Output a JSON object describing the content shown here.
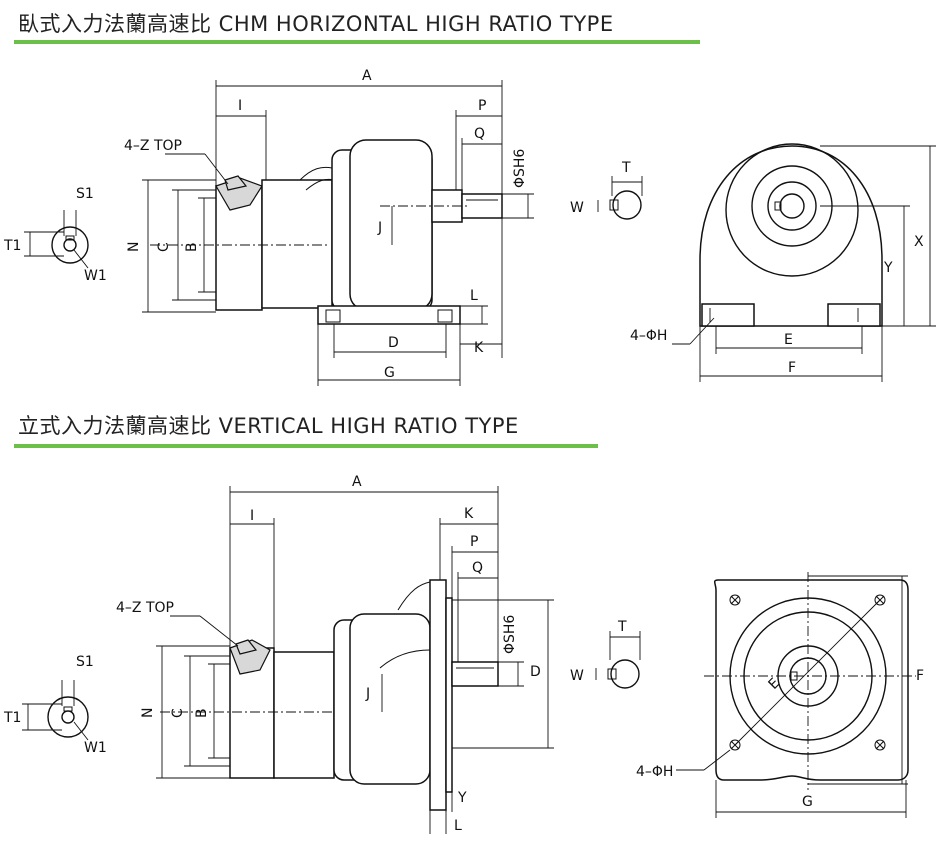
{
  "titles": {
    "horizontal": "臥式入力法蘭高速比 CHM HORIZONTAL HIGH RATIO TYPE",
    "vertical": "立式入力法蘭高速比 VERTICAL HIGH RATIO TYPE"
  },
  "colors": {
    "accent_bar": "#6cc04a",
    "line": "#111111"
  },
  "horizontal_labels": {
    "A": "A",
    "I": "I",
    "P": "P",
    "Q": "Q",
    "SH6": "ΦSH6",
    "Z_TOP": "4–Z TOP",
    "N": "N",
    "C": "C",
    "B": "B",
    "J": "J",
    "L": "L",
    "K": "K",
    "D": "D",
    "G": "G",
    "S1": "S1",
    "T1": "T1",
    "W1": "W1",
    "T": "T",
    "W": "W",
    "X": "X",
    "Y": "Y",
    "E": "E",
    "F": "F",
    "H": "4–ΦH"
  },
  "vertical_labels": {
    "A": "A",
    "I": "I",
    "K": "K",
    "P": "P",
    "Q": "Q",
    "SH6": "ΦSH6",
    "Z_TOP": "4–Z TOP",
    "N": "N",
    "C": "C",
    "B": "B",
    "J": "J",
    "D": "D",
    "Y": "Y",
    "L": "L",
    "S1": "S1",
    "T1": "T1",
    "W1": "W1",
    "T": "T",
    "W": "W",
    "E": "E",
    "F": "F",
    "G": "G",
    "H": "4–ΦH"
  }
}
